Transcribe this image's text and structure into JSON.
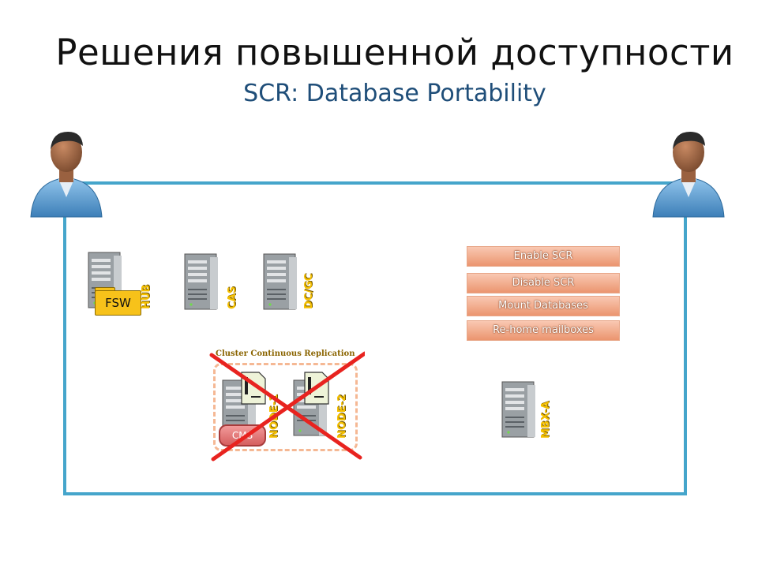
{
  "title": "Решения повышенной доступности",
  "subtitle": "SCR: Database Portability",
  "commands": [
    "Enable SCR",
    "Disable SCR",
    "Mount Databases",
    "Re-home mailboxes"
  ],
  "servers": {
    "hub": "HUB",
    "cas": "CAS",
    "dcgc": "DC/GC",
    "node1": "NODE-1",
    "node2": "NODE-2",
    "mbxa": "MBX-A"
  },
  "fsw_label": "FSW",
  "cluster_label": "Cluster Continuous Replication",
  "cms_label": "CMS",
  "colors": {
    "frame": "#45a5cb",
    "title": "#111111",
    "subtitle": "#1f4e79",
    "cross": "#e8231f",
    "server_label": "#f5c000"
  }
}
